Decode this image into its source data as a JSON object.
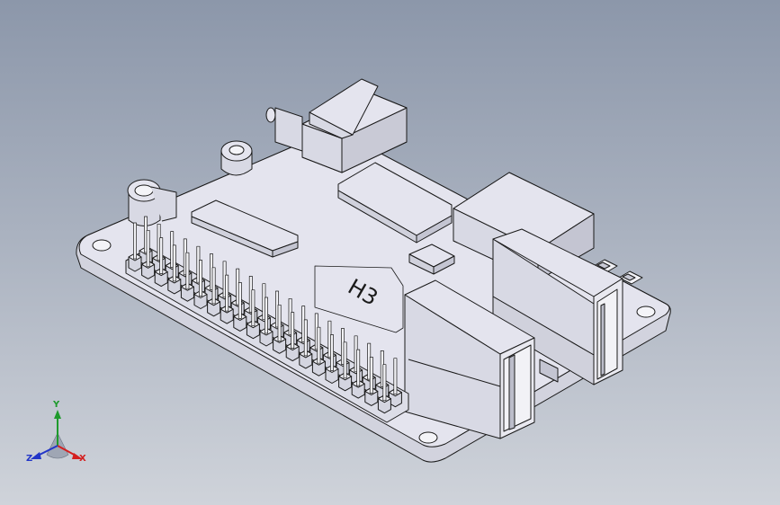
{
  "viewport": {
    "background_top": "#8c97aa",
    "background_bottom": "#cfd3da"
  },
  "model": {
    "board_label": "H3",
    "part_color": "#e4e4ee",
    "edge_color": "#1a1a1a",
    "pin_header": {
      "rows": 2,
      "columns": 20
    }
  },
  "triad": {
    "x_label": "X",
    "y_label": "Y",
    "z_label": "Z",
    "x_color": "#d42020",
    "y_color": "#1e9a2c",
    "z_color": "#2235c8"
  }
}
